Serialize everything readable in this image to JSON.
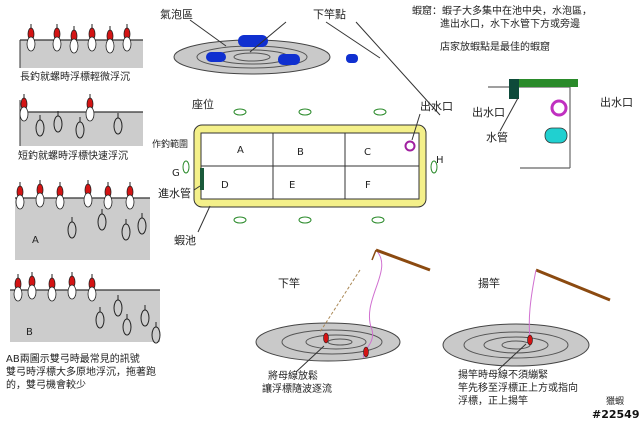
{
  "left_panels": {
    "caption_long": "長釣就螺時浮標輕微浮沉",
    "caption_short": "短釣就螺時浮標快速浮沉",
    "label_a": "A",
    "label_b": "B",
    "caption_ab_1": "AB兩圖示雙弓時最常見的訊號",
    "caption_ab_2": "雙弓時浮標大多原地浮沉，拖著跑",
    "caption_ab_3": "的，雙弓機會較少"
  },
  "top_center": {
    "bubble_area": "氣泡區",
    "drop_point": "下竿點",
    "seat": "座位"
  },
  "pond": {
    "fishing_range": "作釣範圍",
    "cells": [
      "A",
      "B",
      "C",
      "D",
      "E",
      "F"
    ],
    "letter_g": "G",
    "letter_h": "H",
    "inlet_pipe": "進水管",
    "shrimp_pond": "蝦池",
    "outlet": "出水口"
  },
  "top_right": {
    "note_1": "蝦窟：蝦子大多集中在池中央，水泡區，",
    "note_2": "進出水口，水下水管下方或旁邊",
    "note_3": "店家放蝦點是最佳的蝦窟",
    "outlet_left": "出水口",
    "outlet_right": "出水口",
    "pipe": "水管"
  },
  "bottom": {
    "cast_title": "下竿",
    "cast_note_1": "將母線放鬆",
    "cast_note_2": "讓浮標隨波逐流",
    "strike_title": "揚竿",
    "strike_note_1": "揚竿時母線不須繃緊",
    "strike_note_2": "竿先移至浮標正上方或指向",
    "strike_note_3": "浮標，正上揚竿",
    "author": "獵蝦",
    "watermark": "#22549"
  }
}
